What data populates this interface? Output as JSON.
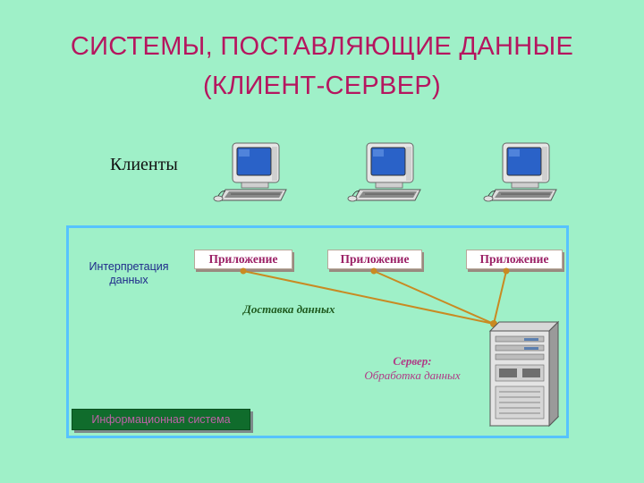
{
  "slide": {
    "title_line1": "СИСТЕМЫ, ПОСТАВЛЯЮЩИЕ ДАННЫЕ",
    "title_line2": "(КЛИЕНТ-СЕРВЕР)",
    "clients_label": "Клиенты",
    "interpretation_line1": "Интерпретация",
    "interpretation_line2": "данных",
    "apps": [
      {
        "label": "Приложение"
      },
      {
        "label": "Приложение"
      },
      {
        "label": "Приложение"
      }
    ],
    "delivery_label": "Доставка данных",
    "server_line1": "Сервер:",
    "server_line2": "Обработка данных",
    "info_system_label": "Информационная система"
  },
  "colors": {
    "background": "#9ff0c8",
    "title": "#b5165f",
    "frame": "#56c3ff",
    "arrows": "#c98a22",
    "info_system_bg": "#106c2c"
  },
  "icons": [
    "desktop-computer-icon",
    "server-tower-icon"
  ]
}
